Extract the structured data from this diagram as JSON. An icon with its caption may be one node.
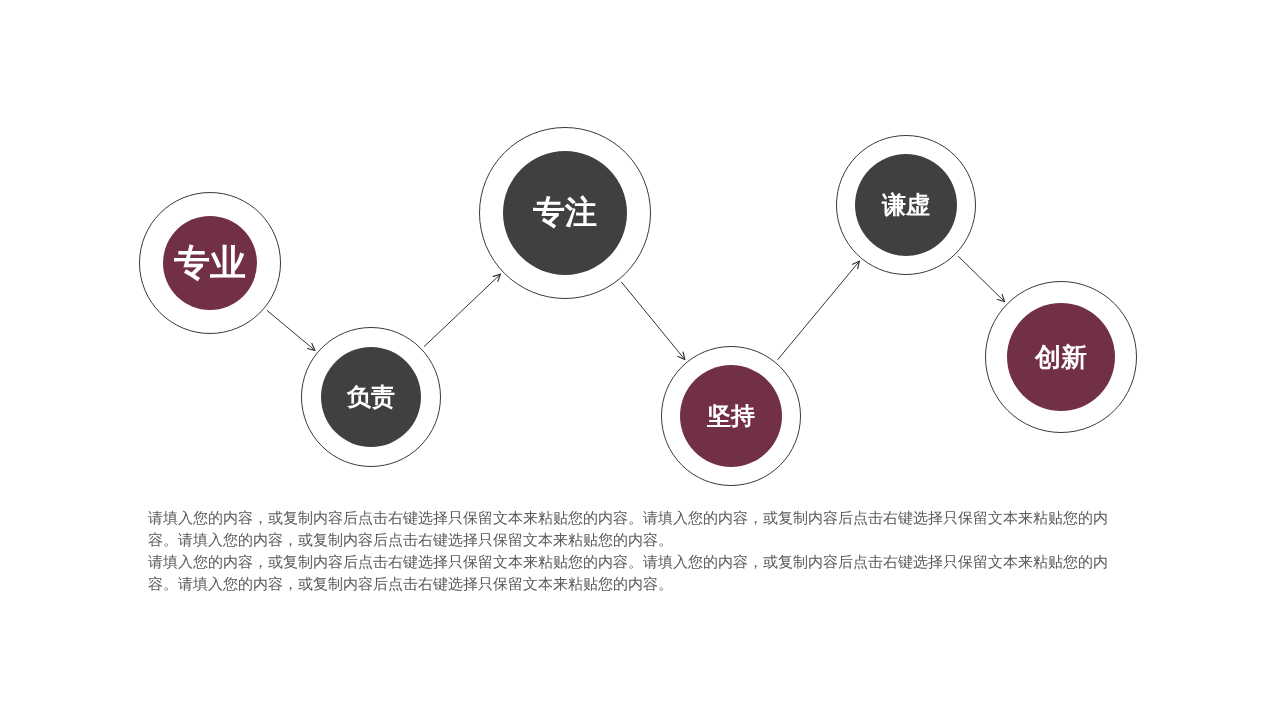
{
  "diagram": {
    "nodes": [
      {
        "text": [
          "专业"
        ]
      },
      {
        "text": [
          "负责"
        ]
      },
      {
        "text": [
          "专注"
        ]
      },
      {
        "text": [
          "坚持"
        ]
      },
      {
        "text": [
          "谦虚"
        ]
      },
      {
        "text": [
          "创新"
        ]
      }
    ],
    "edges": [
      {
        "from": 0,
        "to": 1,
        "arrow": "to"
      },
      {
        "from": 1,
        "to": 2,
        "arrow": "to"
      },
      {
        "from": 2,
        "to": 3,
        "arrow": "to"
      },
      {
        "from": 3,
        "to": 4,
        "arrow": "to"
      },
      {
        "from": 4,
        "to": 5,
        "arrow": "to"
      }
    ],
    "labels": [
      "请填入您的内容，或复制内容后点击右键选择只保留文本来粘贴您的内容。请填入您的内容，或复制内容后点击右键选择只保留文本来粘贴您的内容。请填入您的内容，或复制内容后点击右键选择只保留文本来粘贴您的内容。",
      "请填入您的内容，或复制内容后点击右键选择只保留文本来粘贴您的内容。请填入您的内容，或复制内容后点击右键选择只保留文本来粘贴您的内容。请填入您的内容，或复制内容后点击右键选择只保留文本来粘贴您的内容。"
    ]
  }
}
